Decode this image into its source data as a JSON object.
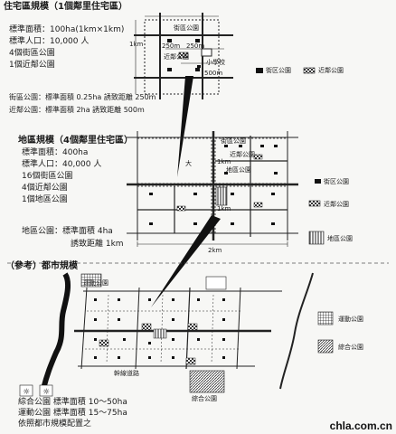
{
  "section1": {
    "title": "住宅區規模（1個鄰里住宅區）",
    "stats": [
      "標準面積：100ha(1km×1km)",
      "標準人口：10,000 人",
      "4個街區公園",
      "1個近鄰公園"
    ],
    "parks_lines": [
      "街區公園：標準面積 0.25ha 誘致距離 250m",
      "近鄰公園：標準面積    2ha 誘致距離 500m"
    ],
    "diagram": {
      "label_block_park": "街區公園",
      "label_neigh_park": "近鄰公園",
      "label_school": "小學校",
      "dim_250a": "250m",
      "dim_250b": "250m",
      "dim_500": "500m",
      "dim_1km": "1km"
    },
    "legend": [
      {
        "label": "街区公園"
      },
      {
        "label": "近鄰公園"
      }
    ]
  },
  "section2": {
    "title": "地區規模（4個鄰里住宅區）",
    "stats": [
      "標準面積：400ha",
      "標準人口：40,000 人",
      "16個街區公園",
      "4個近鄰公園",
      "1個地區公園"
    ],
    "park_line1": "地區公園：標準面積 4ha",
    "park_line2": "誘致距離 1km",
    "diagram": {
      "label_block_park": "街區公園",
      "label_neigh_park": "近鄰公園",
      "label_district_park": "地區公園",
      "dim_1km_a": "1km",
      "dim_1km_b": "1km",
      "dim_2km": "2km",
      "mark_big": "大"
    },
    "legend": [
      {
        "label": "街区公園"
      },
      {
        "label": "近鄰公園"
      },
      {
        "label": "地區公園"
      }
    ]
  },
  "section3": {
    "title": "（參考）都市規模",
    "diagram": {
      "label_sports_park": "運動公園",
      "label_trunk_road": "幹線道路",
      "label_general_park": "綜合公園"
    },
    "legend": [
      {
        "label": "運動公園"
      },
      {
        "label": "綜合公園"
      }
    ],
    "notes": [
      "綜合公園 標準面積 10～50ha",
      "運動公園 標準面積 15～75ha",
      "依照都市規模配置之"
    ]
  },
  "watermark": "chla.com.cn"
}
